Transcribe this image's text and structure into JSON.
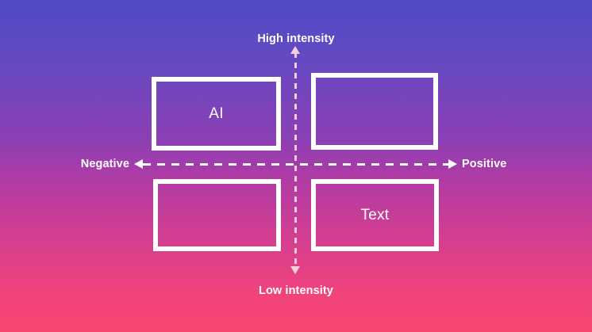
{
  "diagram": {
    "type": "2x2-quadrant-matrix",
    "background": {
      "gradient_from": "#4e4bc6",
      "gradient_mid": "#b03ba5",
      "gradient_to": "#f9466f",
      "direction": "vertical"
    },
    "axes": {
      "vertical": {
        "top_label": "High intensity",
        "bottom_label": "Low intensity",
        "line_color": "#f7cfda",
        "style": "dashed-double-arrow"
      },
      "horizontal": {
        "left_label": "Negative",
        "right_label": "Positive",
        "line_color": "#ffffff",
        "style": "dashed-double-arrow"
      }
    },
    "quadrants": [
      {
        "id": "top-left",
        "position": "upper-left",
        "label": "AI",
        "border_color": "#ffffff",
        "filled": false
      },
      {
        "id": "top-right",
        "position": "upper-right",
        "label": "",
        "border_color": "#ffffff",
        "filled": false
      },
      {
        "id": "bottom-left",
        "position": "lower-left",
        "label": "",
        "border_color": "#ffffff",
        "filled": false
      },
      {
        "id": "bottom-right",
        "position": "lower-right",
        "label": "Text",
        "border_color": "#ffffff",
        "filled": false
      }
    ]
  }
}
